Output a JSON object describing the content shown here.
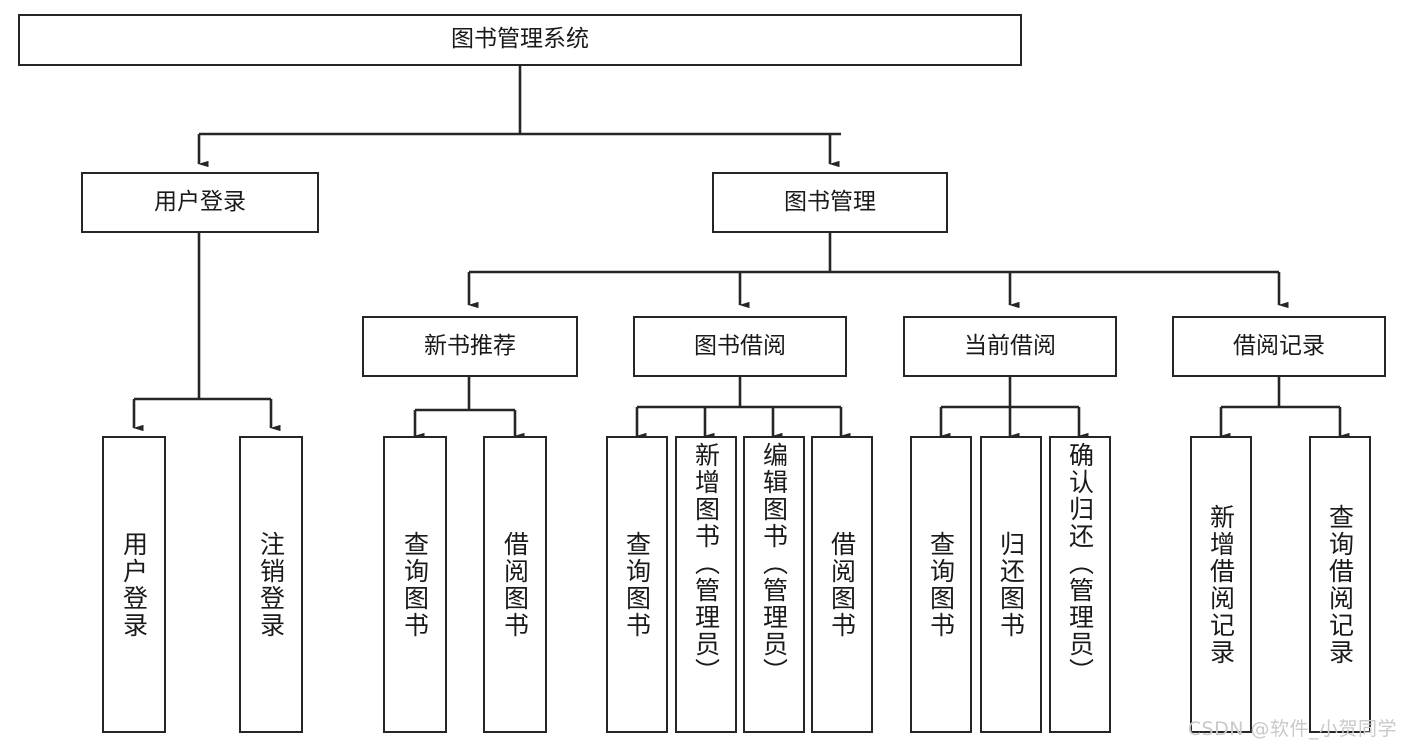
{
  "diagram": {
    "title": "图书管理系统",
    "type": "hierarchy-tree",
    "line_color": "#262626",
    "box_fill": "#ffffff",
    "text_color": "#1a1a1a",
    "background": "#ffffff",
    "root": {
      "label": "图书管理系统"
    },
    "level2": [
      {
        "label": "用户登录"
      },
      {
        "label": "图书管理"
      }
    ],
    "level3": [
      {
        "label": "新书推荐"
      },
      {
        "label": "图书借阅"
      },
      {
        "label": "当前借阅"
      },
      {
        "label": "借阅记录"
      }
    ],
    "leaves": {
      "user_login": [
        {
          "label": "用户登录"
        },
        {
          "label": "注销登录"
        }
      ],
      "new_book_recommend": [
        {
          "label": "查询图书"
        },
        {
          "label": "借阅图书"
        }
      ],
      "book_borrow": [
        {
          "label": "查询图书"
        },
        {
          "label": "新增图书（管理员）"
        },
        {
          "label": "编辑图书（管理员）"
        },
        {
          "label": "借阅图书"
        }
      ],
      "current_borrow": [
        {
          "label": "查询图书"
        },
        {
          "label": "归还图书"
        },
        {
          "label": "确认归还（管理员）"
        }
      ],
      "borrow_record": [
        {
          "label": "新增借阅记录"
        },
        {
          "label": "查询借阅记录"
        }
      ]
    }
  },
  "watermark": {
    "text": "CSDN @软件_小贺同学"
  }
}
